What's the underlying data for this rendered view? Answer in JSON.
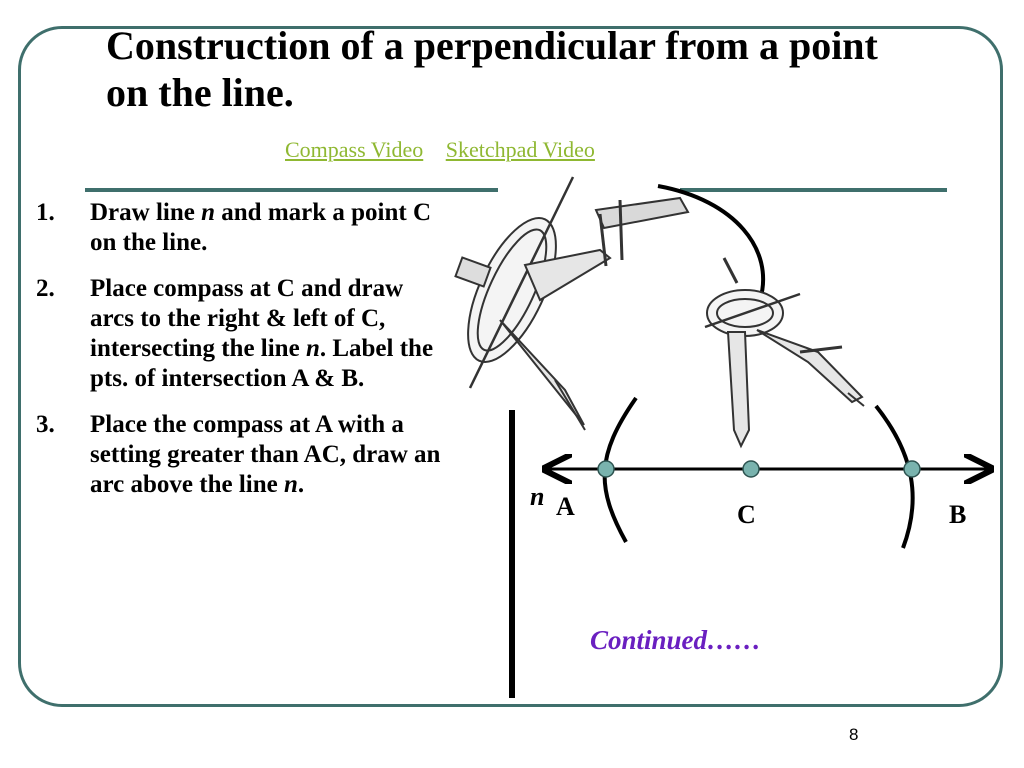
{
  "slide": {
    "title": "Construction of  a perpendicular from a point on the line.",
    "links": [
      {
        "label": "Compass Video"
      },
      {
        "label": "Sketchpad Video"
      }
    ],
    "steps": [
      {
        "number": "1.",
        "parts": [
          "Draw line ",
          "n",
          " and mark a point C on the line."
        ]
      },
      {
        "number": "2.",
        "parts": [
          "Place compass at C and draw arcs to the right & left of C, intersecting the line ",
          "n",
          ". Label the pts. of intersection A & B."
        ]
      },
      {
        "number": "3.",
        "parts": [
          "Place the compass at A with a setting greater than AC, draw an arc above the line ",
          "n",
          "."
        ]
      }
    ],
    "diagram": {
      "line_label": "n",
      "point_labels": [
        "A",
        "C",
        "B"
      ],
      "point_color": "#79b3ae"
    },
    "continued": "Continued……",
    "page_number": "8"
  },
  "colors": {
    "frame": "#3f6f6c",
    "link": "#8fb832",
    "continued": "#6a1fc0"
  }
}
